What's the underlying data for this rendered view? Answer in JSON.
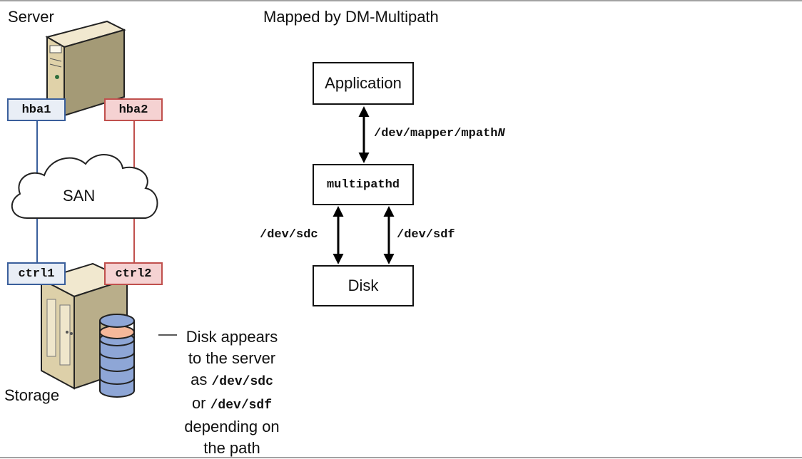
{
  "left": {
    "server_label": "Server",
    "storage_label": "Storage",
    "ports": {
      "hba1": "hba1",
      "hba2": "hba2",
      "ctrl1": "ctrl1",
      "ctrl2": "ctrl2"
    },
    "san_label": "SAN",
    "disk_caption": {
      "line1": "Disk appears",
      "line2": "to the server",
      "line3_prefix": "as",
      "line3_code": "/dev/sdc",
      "line4_prefix": "or",
      "line4_code": "/dev/sdf",
      "line5": "depending on",
      "line6": "the path"
    }
  },
  "right": {
    "title": "Mapped by DM-Multipath",
    "nodes": {
      "application": "Application",
      "multipathd": "multipathd",
      "disk": "Disk"
    },
    "edges": {
      "mapper_path_prefix": "/dev/mapper/mpath",
      "mapper_path_suffix": "N",
      "path_sdc": "/dev/sdc",
      "path_sdf": "/dev/sdf"
    }
  },
  "colors": {
    "path_blue": "#3a5f9c",
    "path_red": "#c0504d",
    "port_blue_fill": "#e9eef6",
    "port_red_fill": "#f5d2d2",
    "disk_blue": "#8ea6d6",
    "disk_highlight": "#f5b89a"
  }
}
